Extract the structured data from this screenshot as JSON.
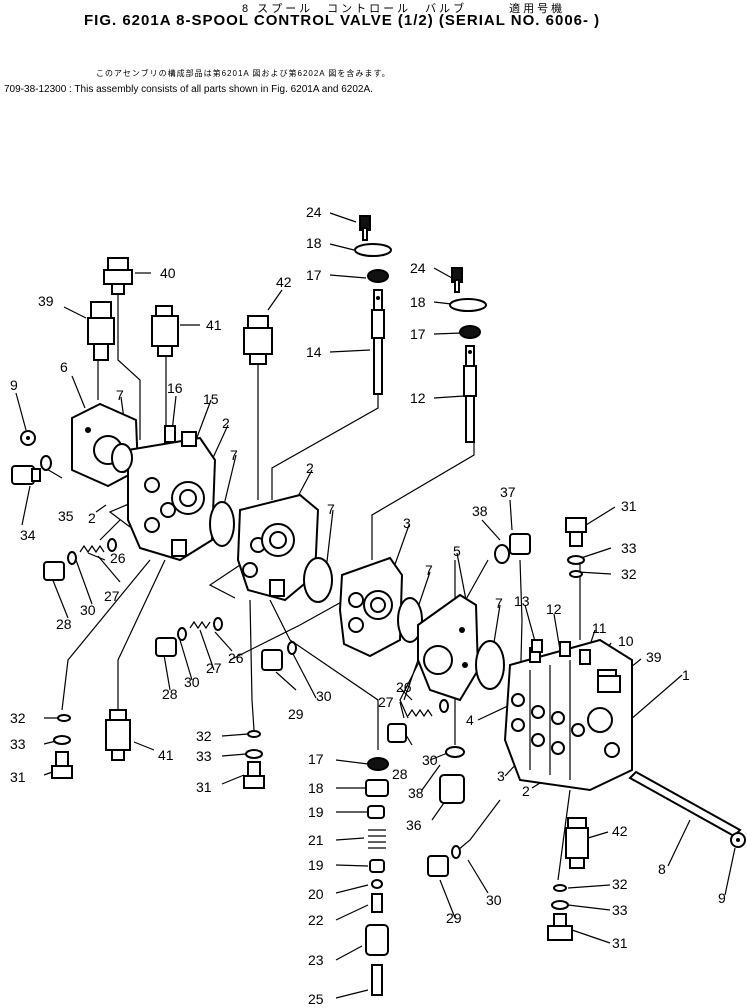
{
  "header": {
    "japanese_title": "8 スプール　コントロール　バルブ　　　適用号機",
    "title": "FIG. 6201A  8-SPOOL CONTROL VALVE (1/2) (SERIAL NO. 6006- )",
    "japanese_note": "このアセンブリの構成部品は第6201A 図および第6202A 図を含みます。",
    "assembly_note": "709-38-12300 : This assembly consists of all parts shown in Fig. 6201A and 6202A."
  },
  "callouts": {
    "c1": "1",
    "c2a": "2",
    "c2b": "2",
    "c2c": "2",
    "c2d": "2",
    "c3a": "3",
    "c3b": "3",
    "c4": "4",
    "c5": "5",
    "c6": "6",
    "c7a": "7",
    "c7b": "7",
    "c7c": "7",
    "c7d": "7",
    "c7e": "7",
    "c8": "8",
    "c9a": "9",
    "c9b": "9",
    "c10": "10",
    "c11": "11",
    "c12a": "12",
    "c12b": "12",
    "c13": "13",
    "c14": "14",
    "c15": "15",
    "c16": "16",
    "c17a": "17",
    "c17b": "17",
    "c17c": "17",
    "c18a": "18",
    "c18b": "18",
    "c18c": "18",
    "c19a": "19",
    "c19b": "19",
    "c20": "20",
    "c21": "21",
    "c22": "22",
    "c23": "23",
    "c24a": "24",
    "c24b": "24",
    "c25": "25",
    "c26a": "26",
    "c26b": "26",
    "c26c": "26",
    "c27a": "27",
    "c27b": "27",
    "c27c": "27",
    "c28a": "28",
    "c28b": "28",
    "c28c": "28",
    "c29a": "29",
    "c29b": "29",
    "c30a": "30",
    "c30b": "30",
    "c30c": "30",
    "c30d": "30",
    "c30e": "30",
    "c31a": "31",
    "c31b": "31",
    "c31c": "31",
    "c31d": "31",
    "c32a": "32",
    "c32b": "32",
    "c32c": "32",
    "c32d": "32",
    "c33a": "33",
    "c33b": "33",
    "c33c": "33",
    "c33d": "33",
    "c34": "34",
    "c35": "35",
    "c36": "36",
    "c37": "37",
    "c38a": "38",
    "c38b": "38",
    "c39a": "39",
    "c39b": "39",
    "c40": "40",
    "c41a": "41",
    "c41b": "41",
    "c42a": "42",
    "c42b": "42"
  }
}
